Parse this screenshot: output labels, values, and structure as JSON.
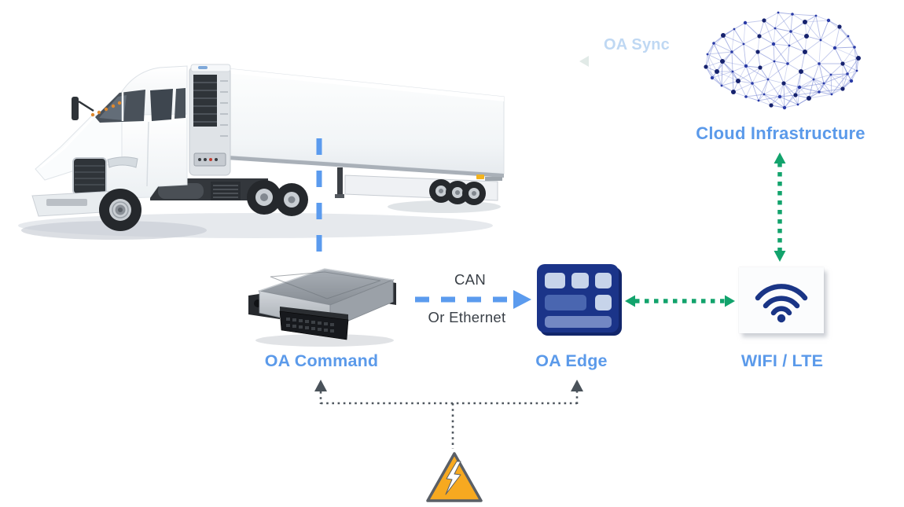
{
  "diagram": {
    "type": "vehicle-edge-cloud-architecture",
    "nodes": {
      "truck": {
        "icon": "semi-truck-trailer-image"
      },
      "oa_command": {
        "label": "OA Command",
        "icon": "ecu-controller-image"
      },
      "oa_edge": {
        "label": "OA Edge",
        "icon": "edge-gateway-icon"
      },
      "wifi_lte": {
        "label": "WIFI / LTE",
        "icon": "wifi-icon"
      },
      "cloud": {
        "label": "Cloud Infrastructure",
        "icon": "network-cloud-icon"
      },
      "power": {
        "icon": "high-voltage-warning-icon"
      }
    },
    "links": {
      "oa_sync": {
        "label": "OA Sync",
        "from": "vehicle",
        "to": "cloud",
        "style": "green-dotted-fading-arrow"
      },
      "can_link": {
        "label_top": "CAN",
        "label_bottom": "Or Ethernet",
        "from": "OA Command",
        "to": "OA Edge",
        "style": "blue-dashed-arrow"
      },
      "trailer_link": {
        "from": "trailer",
        "to": "OA Command",
        "style": "blue-dashed-line"
      },
      "edge_wifi": {
        "from": "OA Edge",
        "to": "WIFI / LTE",
        "style": "green-dotted-double-arrow"
      },
      "wifi_cloud": {
        "from": "WIFI / LTE",
        "to": "Cloud Infrastructure",
        "style": "green-dotted-double-arrow"
      },
      "power_feed": {
        "from": "high-voltage-power",
        "to_1": "OA Command",
        "to_2": "OA Edge",
        "style": "gray-dotted-arrows"
      }
    },
    "colors": {
      "label_blue": "#5B9AEA",
      "sync_light_blue": "#BFD8F3",
      "link_blue": "#5B9BEE",
      "link_green": "#12A36C",
      "link_gray": "#4E565E",
      "text_dark": "#3A4047",
      "device_navy": "#1A3387",
      "cloud_node_blue": "#2A3BA6",
      "warning_amber": "#F7A920"
    }
  }
}
